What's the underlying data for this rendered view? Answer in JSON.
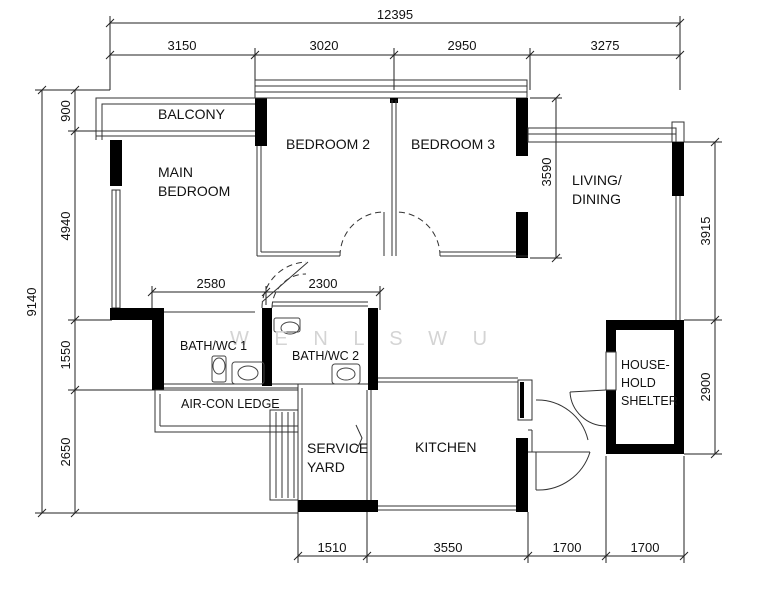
{
  "rooms": {
    "balcony": "BALCONY",
    "bedroom_2": "BEDROOM 2",
    "bedroom_3": "BEDROOM 3",
    "main_bedroom_line1": "MAIN",
    "main_bedroom_line2": "BEDROOM",
    "living_line1": "LIVING/",
    "living_line2": "DINING",
    "bath_wc_1": "BATH/WC 1",
    "bath_wc_2": "BATH/WC 2",
    "aircon_ledge": "AIR-CON LEDGE",
    "service_line1": "SERVICE",
    "service_line2": "YARD",
    "kitchen": "KITCHEN",
    "shelter_line1": "HOUSE-",
    "shelter_line2": "HOLD",
    "shelter_line3": "SHELTER"
  },
  "dimensions": {
    "overall_width": "12395",
    "top": [
      "3150",
      "3020",
      "2950",
      "3275"
    ],
    "bottom": [
      "1510",
      "3550",
      "1700",
      "1700"
    ],
    "left_overall": "9140",
    "left": [
      "900",
      "4940",
      "1550",
      "2650"
    ],
    "bath_widths": [
      "2580",
      "2300"
    ],
    "bedroom_3_depth": "3590",
    "right": [
      "3915",
      "2900"
    ]
  },
  "watermark": "W E N L S   W U"
}
